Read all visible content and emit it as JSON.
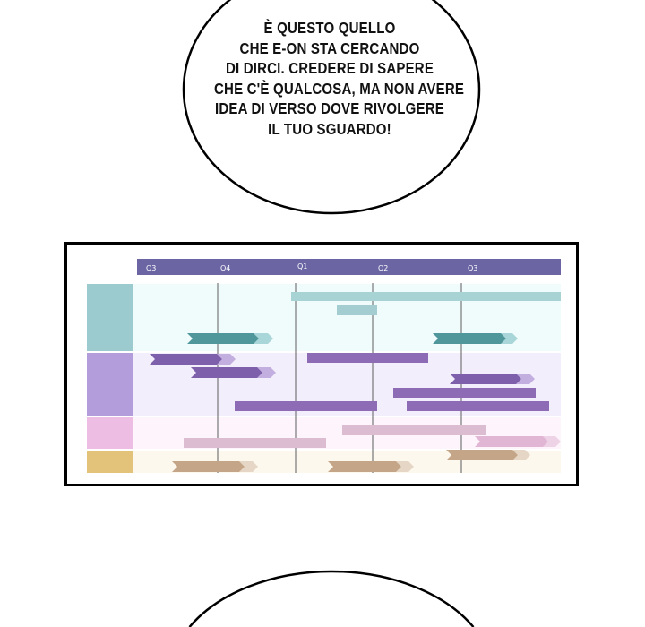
{
  "speech_bubble": {
    "lines": [
      "È QUESTO QUELLO",
      "CHE E-ON STA CERCANDO",
      "DI DIRCI. CREDERE DI SAPERE",
      "CHE C'È QUALCOSA, MA NON AVERE",
      "IDEA DI VERSO DOVE RIVOLGERE",
      "IL TUO SGUARDO!"
    ]
  },
  "roadmap": {
    "quarters": [
      "Q3",
      "Q4",
      "Q1",
      "Q2",
      "Q3"
    ],
    "colors": {
      "header": "#6b65a3",
      "teal": "#4f979b",
      "purple": "#7d5fab",
      "pink": "#e0b6d4",
      "gold": "#c4a588"
    }
  }
}
